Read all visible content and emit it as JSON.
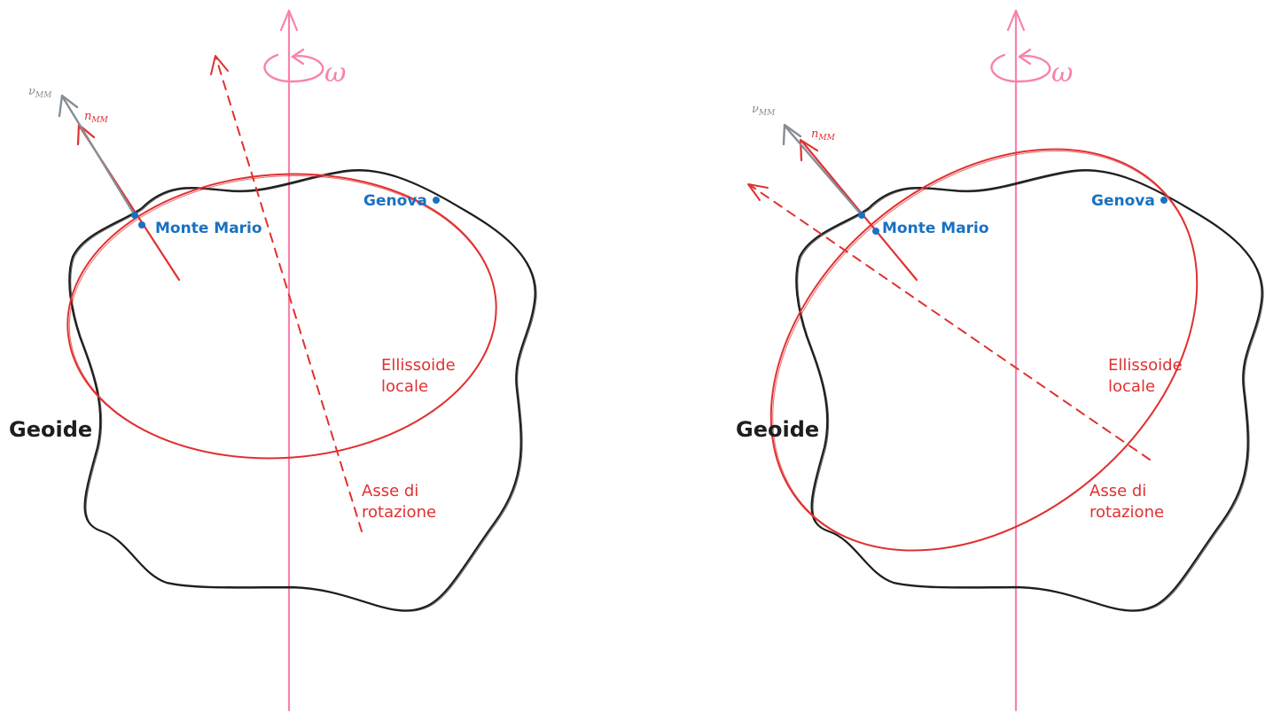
{
  "colors": {
    "geoid": "#1e1e1e",
    "ellipsoid": "#e03131",
    "axis": "#f783ac",
    "points": "#1971c2",
    "vertical_nu": "#868e96"
  },
  "icons": {
    "rotation": "rotation-arrow-icon"
  },
  "panels": [
    {
      "label_geoid": "Geoide",
      "label_ellipsoid_line1": "Ellissoide",
      "label_ellipsoid_line2": "locale",
      "label_axis_line1": "Asse di",
      "label_axis_line2": "rotazione",
      "point_mm": "Monte Mario",
      "point_genova": "Genova",
      "omega": "ω",
      "nu_symbol": "ν",
      "nu_sub": "MM",
      "n_symbol": "n",
      "n_sub": "MM"
    },
    {
      "label_geoid": "Geoide",
      "label_ellipsoid_line1": "Ellissoide",
      "label_ellipsoid_line2": "locale",
      "label_axis_line1": "Asse di",
      "label_axis_line2": "rotazione",
      "point_mm": "Monte Mario",
      "point_genova": "Genova",
      "omega": "ω",
      "nu_symbol": "ν",
      "nu_sub": "MM",
      "n_symbol": "n",
      "n_sub": "MM"
    }
  ]
}
